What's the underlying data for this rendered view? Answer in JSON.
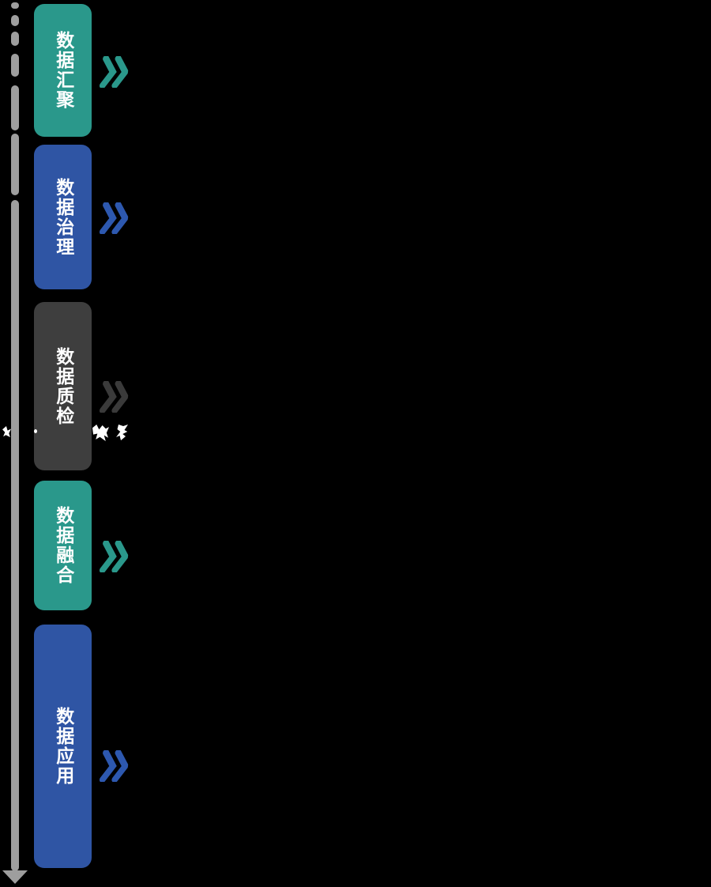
{
  "diagram": {
    "background": "#000000",
    "text_color": "#ffffff",
    "arrow": {
      "color": "#9e9e9e",
      "direction": "down"
    },
    "stages": [
      {
        "label": "数据汇聚",
        "color": "#2a988b",
        "chevron_color": "#2a988b",
        "icon": "double-chevron-right"
      },
      {
        "label": "数据治理",
        "color": "#2f55a4",
        "chevron_color": "#2d58af",
        "icon": "double-chevron-right"
      },
      {
        "label": "数据质检",
        "color": "#3e3e3e",
        "chevron_color": "#3a3a3a",
        "icon": "double-chevron-right"
      },
      {
        "label": "数据融合",
        "color": "#2a988b",
        "chevron_color": "#2a988b",
        "icon": "double-chevron-right"
      },
      {
        "label": "数据应用",
        "color": "#2f55a4",
        "chevron_color": "#2d58af",
        "icon": "double-chevron-right"
      }
    ]
  }
}
